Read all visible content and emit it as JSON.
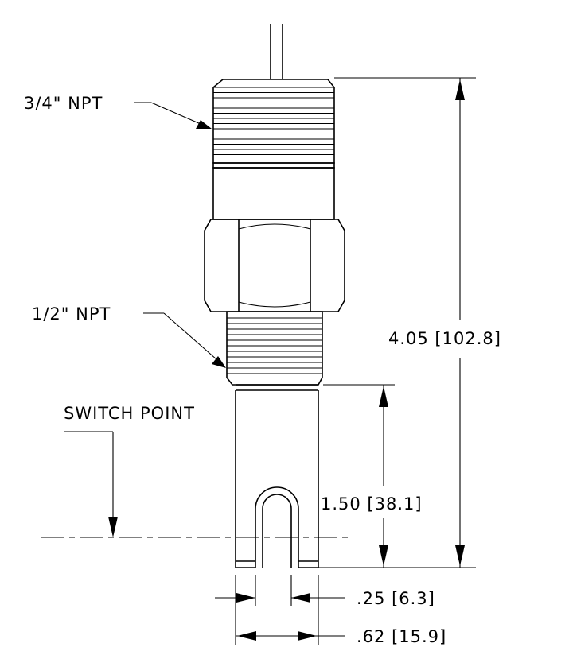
{
  "labels": {
    "upper_thread": "3/4\" NPT",
    "lower_thread": "1/2\" NPT",
    "switch_point": "SWITCH POINT",
    "overall_length": "4.05 [102.8]",
    "probe_length": "1.50 [38.1]",
    "slot_width": ".25 [6.3]",
    "probe_diameter": ".62 [15.9]"
  }
}
